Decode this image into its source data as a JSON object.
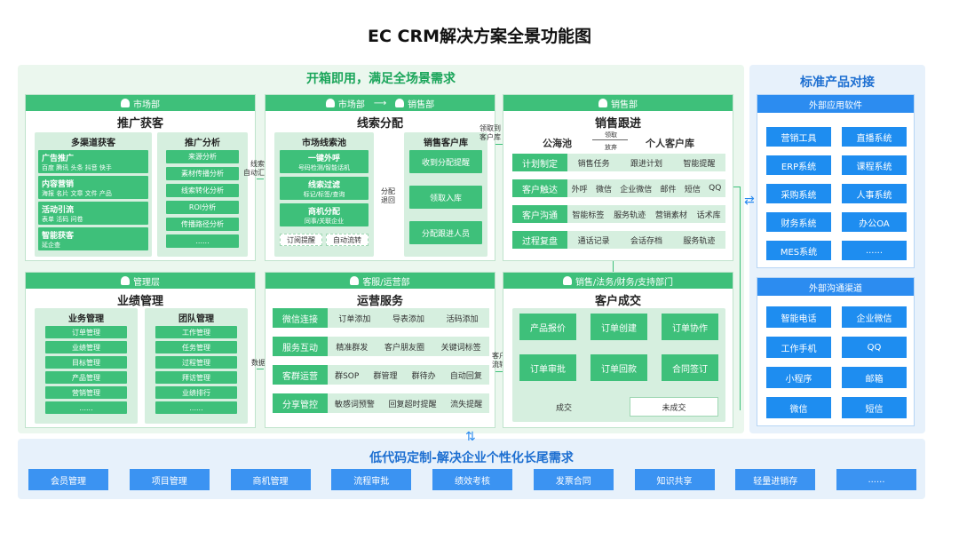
{
  "title": "EC CRM解决方案全景功能图",
  "green_header": "开箱即用，满足全场景需求",
  "blue_header": "标准产品对接",
  "bottom_header": "低代码定制-解决企业个性化长尾需求",
  "p1": {
    "dept": "市场部",
    "title": "推广获客",
    "left_hd": "多渠道获客",
    "left_items": [
      {
        "t": "广告推广",
        "s": "百度 腾讯 头条 抖音 快手"
      },
      {
        "t": "内容营销",
        "s": "海报 名片 文章 文件 产品"
      },
      {
        "t": "活动引流",
        "s": "表单 活码 问卷"
      },
      {
        "t": "智能获客",
        "s": "延企查"
      }
    ],
    "right_hd": "推广分析",
    "right_items": [
      "来源分析",
      "素材传播分析",
      "线索转化分析",
      "ROI分析",
      "传播路径分析",
      "......"
    ]
  },
  "a1": "线索\n自动汇总",
  "p2": {
    "dept1": "市场部",
    "dept2": "销售部",
    "title": "线索分配",
    "left_hd": "市场线索池",
    "left_items": [
      {
        "t": "一键外呼",
        "s": "号码检测/智能话机"
      },
      {
        "t": "线索过滤",
        "s": "标记/标签/查询"
      },
      {
        "t": "商机分配",
        "s": "同事/关联企业"
      }
    ],
    "left_bottom": [
      "订阅提醒",
      "自动流转"
    ],
    "mid": "分配\n退回",
    "right_hd": "销售客户库",
    "right_items": [
      "收到分配提醒",
      "领取入库",
      "分配跟进人员"
    ]
  },
  "a2": "领取到\n客户库",
  "p3": {
    "dept": "销售部",
    "title": "销售跟进",
    "pool": "公海池",
    "pool_top": "领取",
    "pool_bot": "放弃",
    "personal": "个人客户库",
    "rows": [
      {
        "l": "计划制定",
        "r": [
          "销售任务",
          "跟进计划",
          "智能提醒"
        ]
      },
      {
        "l": "客户触达",
        "r": [
          "外呼",
          "微信",
          "企业微信",
          "邮件",
          "短信",
          "QQ"
        ]
      },
      {
        "l": "客户沟通",
        "r": [
          "智能标签",
          "服务轨迹",
          "营销素材",
          "话术库"
        ]
      },
      {
        "l": "过程复盘",
        "r": [
          "通话记录",
          "会话存档",
          "服务轨迹"
        ]
      }
    ]
  },
  "p4": {
    "dept": "管理层",
    "title": "业绩管理",
    "left_hd": "业务管理",
    "left_items": [
      "订单管理",
      "业绩管理",
      "目标管理",
      "产品管理",
      "营销管理",
      "......"
    ],
    "right_hd": "团队管理",
    "right_items": [
      "工作管理",
      "任务管理",
      "过程管理",
      "拜访管理",
      "业绩排行",
      "......"
    ]
  },
  "a4": "数据",
  "p5": {
    "dept": "客服/运营部",
    "title": "运营服务",
    "rows": [
      {
        "l": "微信连接",
        "r": [
          "订单添加",
          "导表添加",
          "活码添加"
        ]
      },
      {
        "l": "服务互动",
        "r": [
          "精准群发",
          "客户朋友圈",
          "关键词标签"
        ]
      },
      {
        "l": "客群运营",
        "r": [
          "群SOP",
          "群管理",
          "群待办",
          "自动回复"
        ]
      },
      {
        "l": "分享管控",
        "r": [
          "敏感词预警",
          "回复超时提醒",
          "流失提醒"
        ]
      }
    ]
  },
  "a5": "客户\n流转",
  "p6": {
    "dept": "销售/法务/财务/支持部门",
    "title": "客户成交",
    "boxes": [
      "产品报价",
      "订单创建",
      "订单协作",
      "订单审批",
      "订单回款",
      "合同签订"
    ],
    "done": "成交",
    "notdone": "未成交"
  },
  "ext1": {
    "header": "外部应用软件",
    "items": [
      "营销工具",
      "直播系统",
      "ERP系统",
      "课程系统",
      "采购系统",
      "人事系统",
      "财务系统",
      "办公OA",
      "MES系统",
      "......"
    ]
  },
  "ext2": {
    "header": "外部沟通渠道",
    "items": [
      "智能电话",
      "企业微信",
      "工作手机",
      "QQ",
      "小程序",
      "邮箱",
      "微信",
      "短信"
    ]
  },
  "bottom_items": [
    "会员管理",
    "项目管理",
    "商机管理",
    "流程审批",
    "绩效考核",
    "发票合同",
    "知识共享",
    "轻量进销存",
    "......"
  ],
  "colors": {
    "green": "#3ec07a",
    "blue": "#1e8df0",
    "green_text": "#1aa55a",
    "blue_text": "#1d6fd1"
  }
}
